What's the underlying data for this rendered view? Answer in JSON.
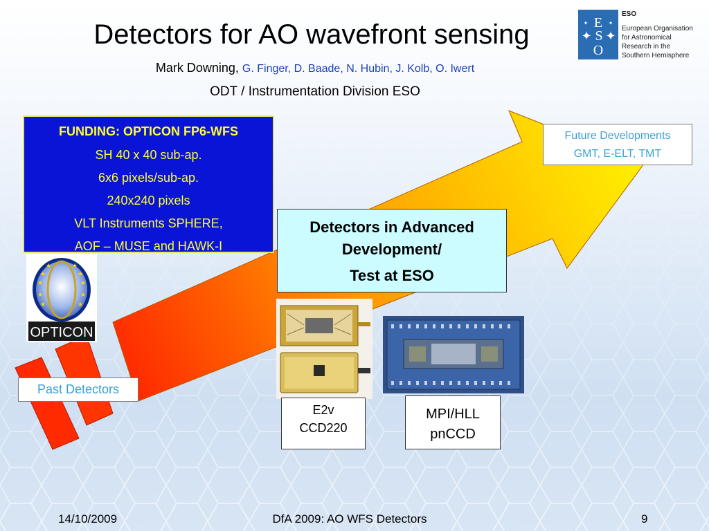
{
  "slide": {
    "title": "Detectors for AO wavefront sensing",
    "lead_author": "Mark Downing,",
    "coauthors": "G. Finger, D. Baade, N. Hubin, J. Kolb, O. Iwert",
    "division": "ODT / Instrumentation Division ESO"
  },
  "eso": {
    "abbrev": "ESO",
    "org_lines": [
      "European Organisation",
      "for Astronomical",
      "Research in the",
      "Southern Hemisphere"
    ],
    "logo_color": "#2a6db3"
  },
  "funding": {
    "heading": "FUNDING: OPTICON FP6-WFS",
    "lines": [
      "SH 40 x 40 sub-ap.",
      "6x6 pixels/sub-ap.",
      "240x240 pixels",
      "VLT Instruments SPHERE,",
      "AOF – MUSE and HAWK-I"
    ],
    "bg_color": "#0a14d6",
    "text_color": "#ffff33"
  },
  "opticon": {
    "logo_text": "OPTICON"
  },
  "future": {
    "lines": [
      "Future Developments",
      "GMT, E-ELT, TMT"
    ]
  },
  "advanced": {
    "lines": [
      "Detectors in Advanced",
      "Development/",
      "Test at ESO"
    ]
  },
  "past": {
    "label": "Past Detectors"
  },
  "e2v": {
    "lines": [
      "E2v",
      "CCD220"
    ]
  },
  "mpi": {
    "lines": [
      "MPI/HLL",
      "pnCCD"
    ]
  },
  "footer": {
    "date": "14/10/2009",
    "center": "DfA 2009: AO WFS Detectors",
    "page": "9"
  },
  "colors": {
    "arrow_start": "#ff2a00",
    "arrow_mid": "#ff9900",
    "arrow_end": "#ffee00",
    "link_blue": "#1a3fb8",
    "cyan_text": "#3aa0d8"
  }
}
